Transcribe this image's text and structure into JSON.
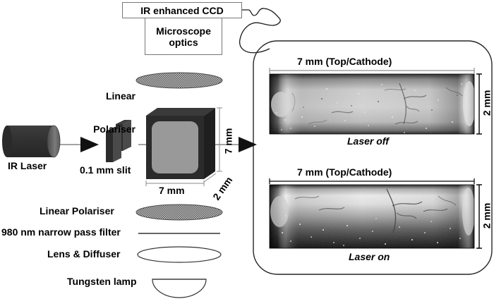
{
  "figure": {
    "title": "IR transmission microscopy experimental setup with laser-off / laser-on sample images"
  },
  "setup": {
    "ccd_label": "IR enhanced CCD",
    "microscope_label_line1": "Microscope",
    "microscope_label_line2": "optics",
    "polariser_top_line1": "Linear",
    "polariser_top_line2": "Polariser",
    "laser_label": "IR Laser",
    "slit_label": "0.1 mm slit",
    "cuvette_width_label": "7 mm",
    "cuvette_height_label": "7 mm",
    "cuvette_depth_label": "2 mm",
    "polariser_bottom_label": "Linear Polariser",
    "filter_label": "980 nm narrow pass filter",
    "lens_label": "Lens & Diffuser",
    "lamp_label": "Tungsten lamp"
  },
  "panel": {
    "image_top": {
      "width_label": "7 mm (Top/Cathode)",
      "height_label": "2 mm",
      "caption": "Laser off"
    },
    "image_bottom": {
      "width_label": "7 mm (Top/Cathode)",
      "height_label": "2 mm",
      "caption": "Laser on"
    }
  },
  "colors": {
    "background": "#ffffff",
    "ink": "#000000",
    "dark_component": "#333333",
    "cuvette_frame": "#2b2b2b",
    "cuvette_fill": "#999999",
    "polariser_fill": "#8c8c8c",
    "beam_line": "#6e6e6e",
    "panel_border": "#333333"
  }
}
